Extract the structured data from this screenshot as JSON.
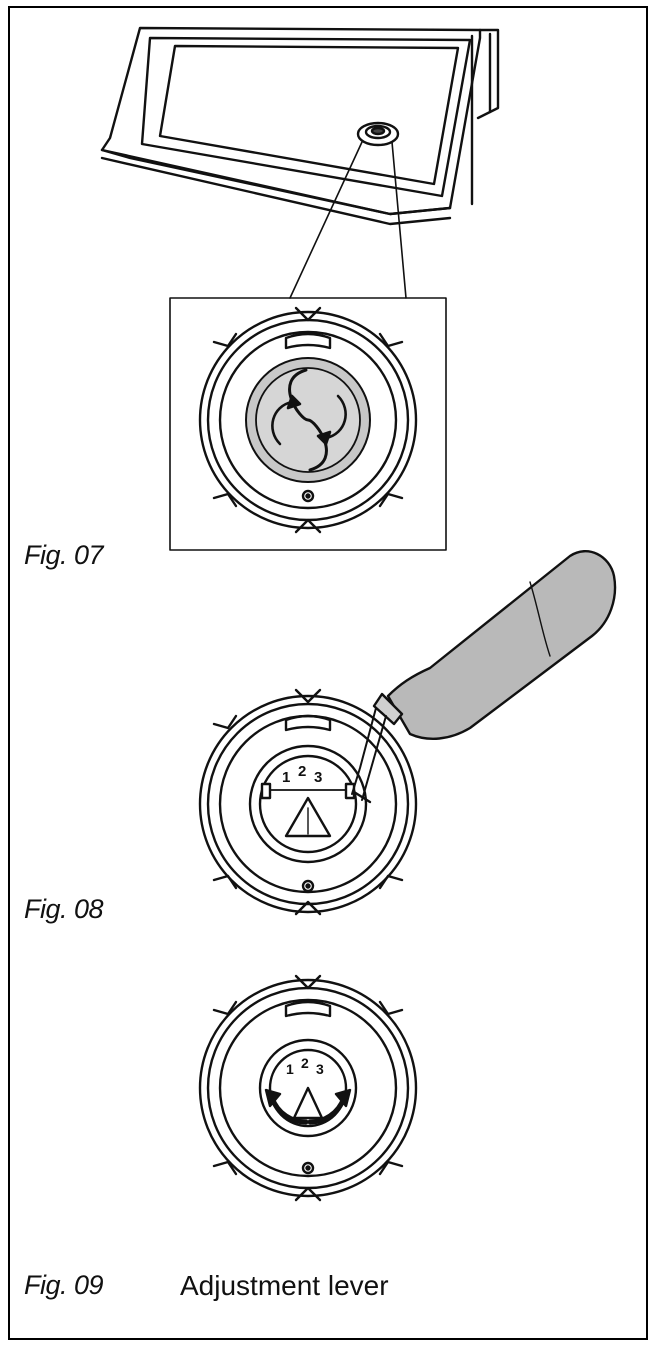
{
  "figures": [
    {
      "label": "Fig. 07"
    },
    {
      "label": "Fig. 08",
      "dial_numbers": [
        "1",
        "2",
        "3"
      ]
    },
    {
      "label": "Fig. 09",
      "dial_numbers": [
        "1",
        "2",
        "3"
      ],
      "caption": "Adjustment lever"
    }
  ],
  "colors": {
    "line": "#111111",
    "cap_gray": "#c8c8c8",
    "bottle_gray": "#b9b9b9"
  }
}
